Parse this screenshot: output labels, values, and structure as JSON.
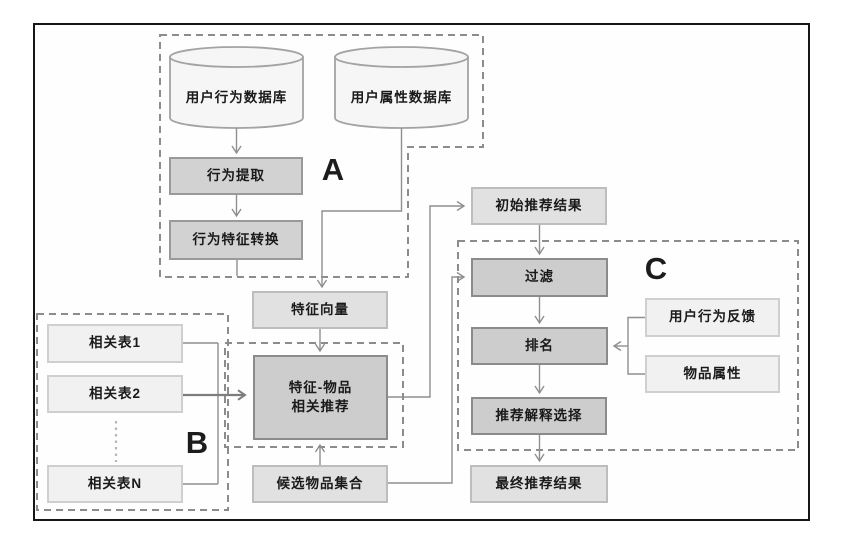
{
  "sections": {
    "a": "A",
    "b": "B",
    "c": "C"
  },
  "nodes": {
    "user_behavior_db": {
      "label": "用户行为数据库"
    },
    "user_attribute_db": {
      "label": "用户属性数据库"
    },
    "behavior_extract": {
      "label": "行为提取"
    },
    "behavior_feature_transform": {
      "label": "行为特征转换"
    },
    "feature_vector": {
      "label": "特征向量"
    },
    "feature_item_recommend": {
      "line1": "特征-物品",
      "line2": "相关推荐"
    },
    "candidate_item_set": {
      "label": "候选物品集合"
    },
    "related_table_1": {
      "label": "相关表1"
    },
    "related_table_2": {
      "label": "相关表2"
    },
    "related_table_n": {
      "label": "相关表N"
    },
    "initial_result": {
      "label": "初始推荐结果"
    },
    "filter": {
      "label": "过滤"
    },
    "ranking": {
      "label": "排名"
    },
    "explanation_select": {
      "label": "推荐解释选择"
    },
    "final_result": {
      "label": "最终推荐结果"
    },
    "user_behavior_feedback": {
      "label": "用户行为反馈"
    },
    "item_attribute": {
      "label": "物品属性"
    }
  },
  "colors": {
    "frame": "#161616",
    "connector": "#8f8f8f",
    "dashed_border": "#8c8c8c",
    "node_dark": "#cdcdcd",
    "node_mid": "#d2d2d2",
    "node_light": "#e1e1e1",
    "node_pale": "#f1f1f1",
    "cylinder_fill": "#f6f6f6"
  }
}
